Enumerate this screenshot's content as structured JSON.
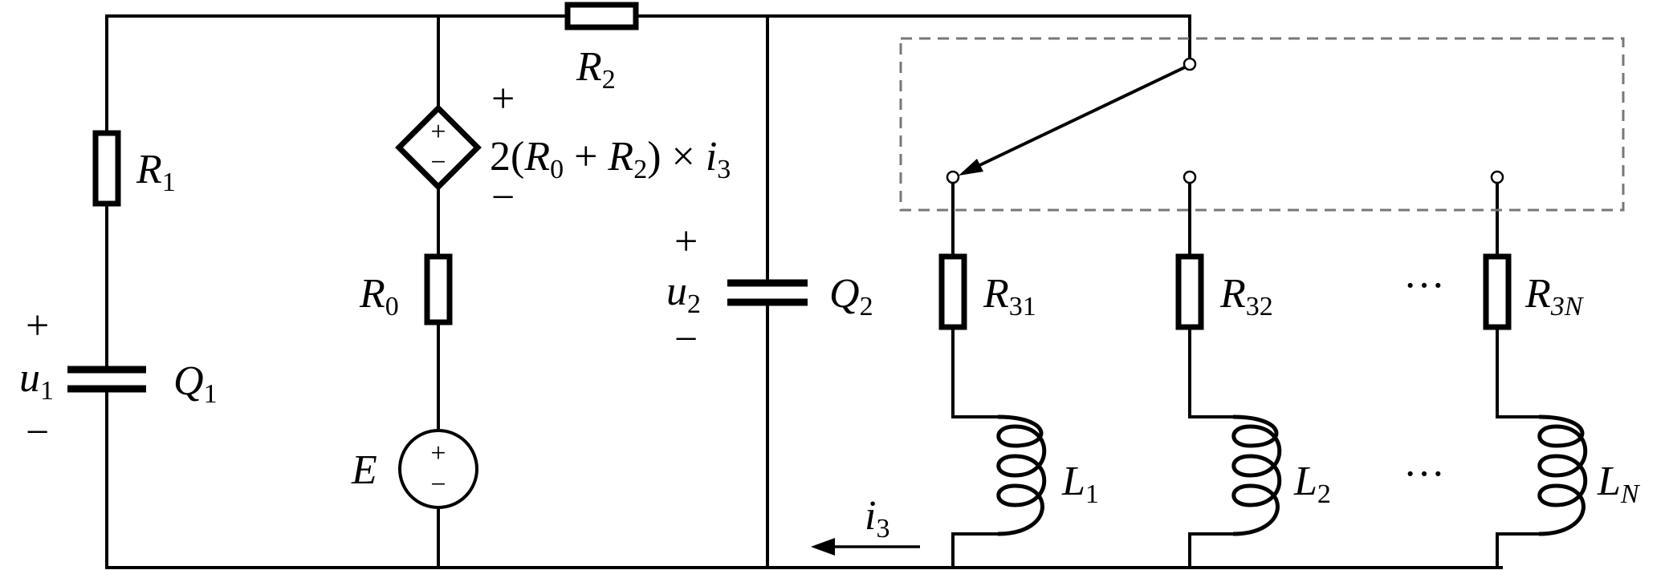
{
  "labels": {
    "R1": {
      "main": "R",
      "sub": "1"
    },
    "R2": {
      "main": "R",
      "sub": "2"
    },
    "R0": {
      "main": "R",
      "sub": "0"
    },
    "R31": {
      "main": "R",
      "sub": "31"
    },
    "R32": {
      "main": "R",
      "sub": "32"
    },
    "R3N": {
      "main": "R",
      "sub": "3N"
    },
    "Q1": {
      "main": "Q",
      "sub": "1"
    },
    "Q2": {
      "main": "Q",
      "sub": "2"
    },
    "u1": {
      "main": "u",
      "sub": "1"
    },
    "u2": {
      "main": "u",
      "sub": "2"
    },
    "L1": {
      "main": "L",
      "sub": "1"
    },
    "L2": {
      "main": "L",
      "sub": "2"
    },
    "LN": {
      "main": "L",
      "sub": "N"
    },
    "E": "E",
    "i3": {
      "main": "i",
      "sub": "3"
    },
    "dep_source": {
      "p1": "2(",
      "r0": "R",
      "r0_sub": "0",
      "plus": " + ",
      "r2": "R",
      "r2_sub": "2",
      "p2": ") × ",
      "i": "i",
      "i_sub": "3"
    },
    "plus": "+",
    "minus": "−",
    "ellipsis": "···"
  },
  "colors": {
    "wire": "#000000",
    "switch_box": "#777777",
    "background": "#ffffff"
  }
}
